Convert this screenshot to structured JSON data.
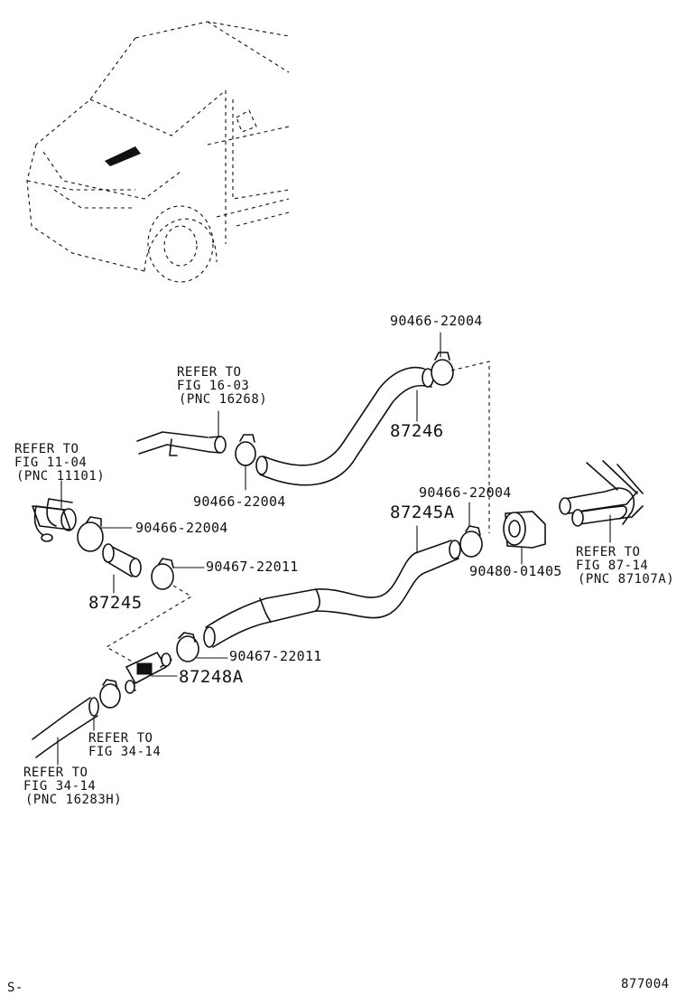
{
  "callouts": {
    "c90466_top": "90466-22004",
    "refer_16_03": [
      "REFER TO",
      "FIG 16-03",
      "(PNC 16268)"
    ],
    "p87246": "87246",
    "refer_11_04": [
      "REFER TO",
      "FIG 11-04",
      "(PNC 11101)"
    ],
    "c90466_mid": "90466-22004",
    "c90466_left": "90466-22004",
    "c90466_right": "90466-22004",
    "p87245A": "87245A",
    "c90480": "90480-01405",
    "refer_87_14": [
      "REFER TO",
      "FIG 87-14",
      "(PNC 87107A)"
    ],
    "c90467_left": "90467-22011",
    "p87245": "87245",
    "c90467_mid": "90467-22011",
    "p87248A": "87248A",
    "refer_34_14_a": [
      "REFER TO",
      "FIG 34-14"
    ],
    "refer_34_14_b": [
      "REFER TO",
      "FIG 34-14",
      "(PNC 16283H)"
    ]
  },
  "footer": {
    "left": "S-",
    "right": "877004"
  }
}
